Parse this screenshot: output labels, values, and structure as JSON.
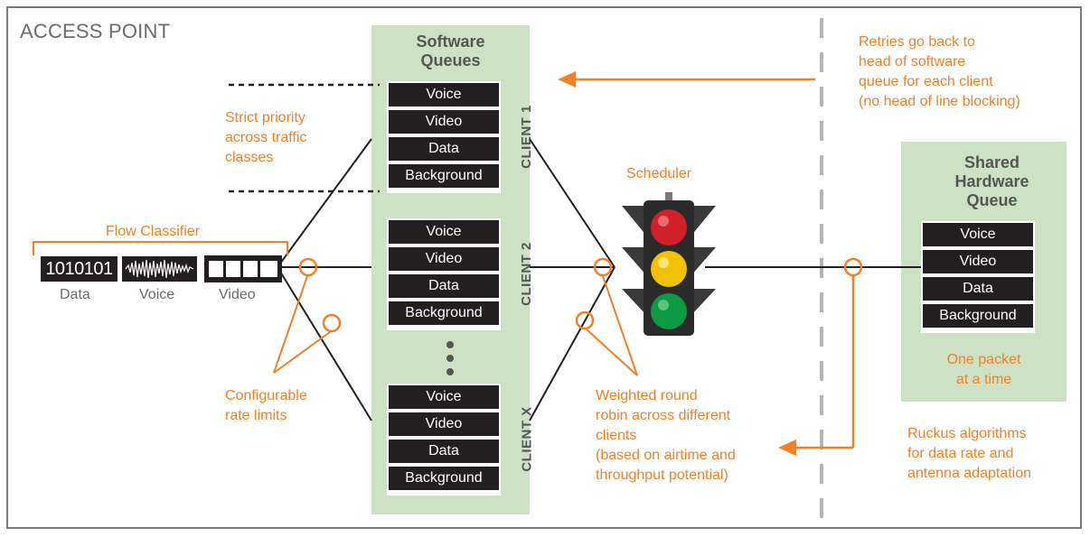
{
  "title": "ACCESS POINT",
  "software_queues": {
    "title_line1": "Software",
    "title_line2": "Queues"
  },
  "hardware_queue": {
    "title_line1": "Shared",
    "title_line2": "Hardware",
    "title_line3": "Queue",
    "note_line1": "One packet",
    "note_line2": "at a time"
  },
  "queue_rows": [
    "Voice",
    "Video",
    "Data",
    "Background"
  ],
  "clients": [
    "CLIENT 1",
    "CLIENT 2",
    "CLIENT X"
  ],
  "flow_classifier": {
    "label": "Flow Classifier",
    "data_bits": "1010101",
    "data": "Data",
    "voice": "Voice",
    "video": "Video"
  },
  "annotations": {
    "strict_priority": [
      "Strict priority",
      "across traffic",
      "classes"
    ],
    "rate_limits": [
      "Configurable",
      "rate limits"
    ],
    "scheduler": "Scheduler",
    "round_robin": [
      "Weighted round",
      "robin across different",
      "clients",
      "(based on airtime and",
      "throughput potential)"
    ],
    "retries": [
      "Retries go back to",
      "head of software",
      "queue for each client",
      "(no head of line blocking)"
    ],
    "ruckus": [
      "Ruckus algorithms",
      "for data rate and",
      "antenna adaptation"
    ]
  },
  "colors": {
    "accent": "#ef8128",
    "panel": "#cde2c4",
    "row": "#231f20",
    "text": "#6b6b6b",
    "light_red": "#d0202a",
    "light_yellow": "#f2c200",
    "light_green": "#0e9a44"
  }
}
